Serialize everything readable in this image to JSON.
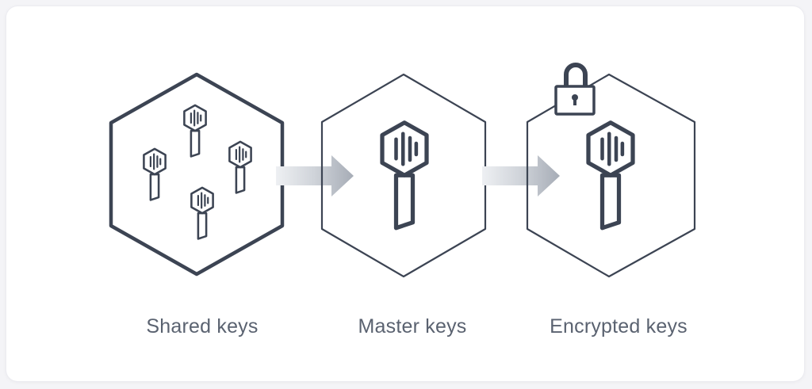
{
  "diagram": {
    "title": "Key hierarchy",
    "stages": [
      {
        "id": "shared",
        "label": "Shared keys",
        "icon": "multiple-keys-icon"
      },
      {
        "id": "master",
        "label": "Master keys",
        "icon": "key-icon"
      },
      {
        "id": "encrypted",
        "label": "Encrypted keys",
        "icon": "locked-key-icon"
      }
    ],
    "connectors": [
      "arrow-right-icon",
      "arrow-right-icon"
    ],
    "colors": {
      "stroke": "#3c4453",
      "arrow_start": "#eef0f3",
      "arrow_end": "#a6acb6",
      "label": "#5a6270",
      "background": "#ffffff"
    }
  }
}
